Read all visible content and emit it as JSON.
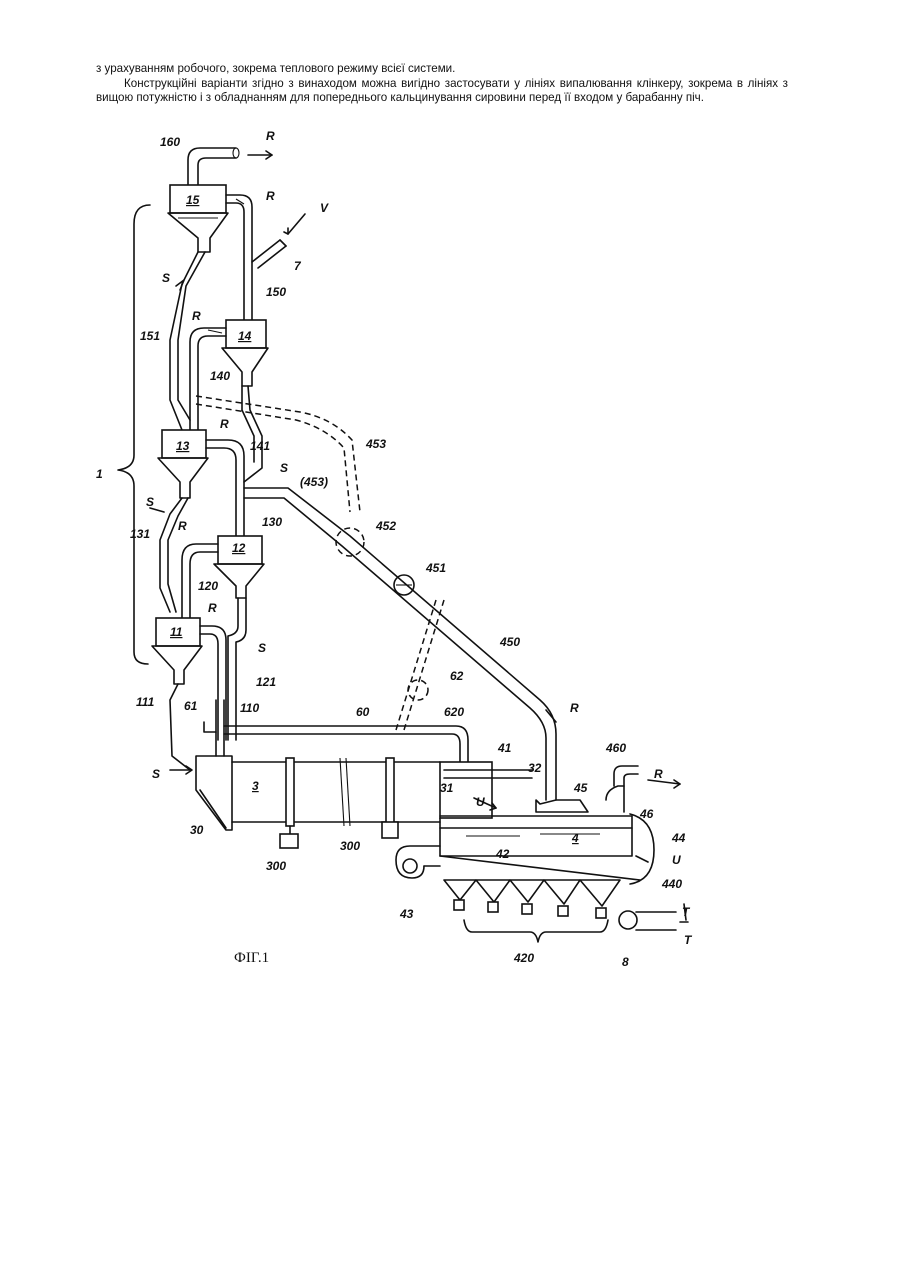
{
  "text": {
    "line1": "з урахуванням робочого, зокрема теплового режиму всієї системи.",
    "paragraph": "Конструкційні варіанти згідно з винаходом можна вигідно застосувати у лініях випалювання клінкеру, зокрема в лініях з вищою потужністю і з обладнанням для попереднього кальцинування сировини перед її входом у барабанну піч."
  },
  "figure": {
    "caption": "ФІГ.1",
    "labels": {
      "l160": "160",
      "lR1": "R",
      "l15": "15",
      "lR2": "R",
      "lV": "V",
      "l7": "7",
      "lS1": "S",
      "l150": "150",
      "lR3": "R",
      "l14": "14",
      "l151": "151",
      "l140": "140",
      "l453": "453",
      "l13": "13",
      "lR4": "R",
      "l141": "141",
      "lS2": "S",
      "l1": "1",
      "l453b": "(453)",
      "lS3": "S",
      "l130": "130",
      "l452": "452",
      "l131": "131",
      "lR5": "R",
      "l12": "12",
      "l451": "451",
      "l120": "120",
      "lR6": "R",
      "l11": "11",
      "l450": "450",
      "lS4": "S",
      "l121": "121",
      "l62": "62",
      "l111": "111",
      "l61": "61",
      "l110": "110",
      "l620": "620",
      "l60": "60",
      "lR7": "R",
      "l41": "41",
      "l460": "460",
      "lR8": "R",
      "l32": "32",
      "l45": "45",
      "lS5": "S",
      "l3": "3",
      "l31": "31",
      "lU1": "U",
      "l46": "46",
      "l4": "4",
      "l44": "44",
      "l30": "30",
      "l300a": "300",
      "l42": "42",
      "lU2": "U",
      "l300b": "300",
      "l440": "440",
      "l43": "43",
      "lT1": "T",
      "lT2": "T",
      "l420": "420",
      "l8": "8"
    }
  }
}
